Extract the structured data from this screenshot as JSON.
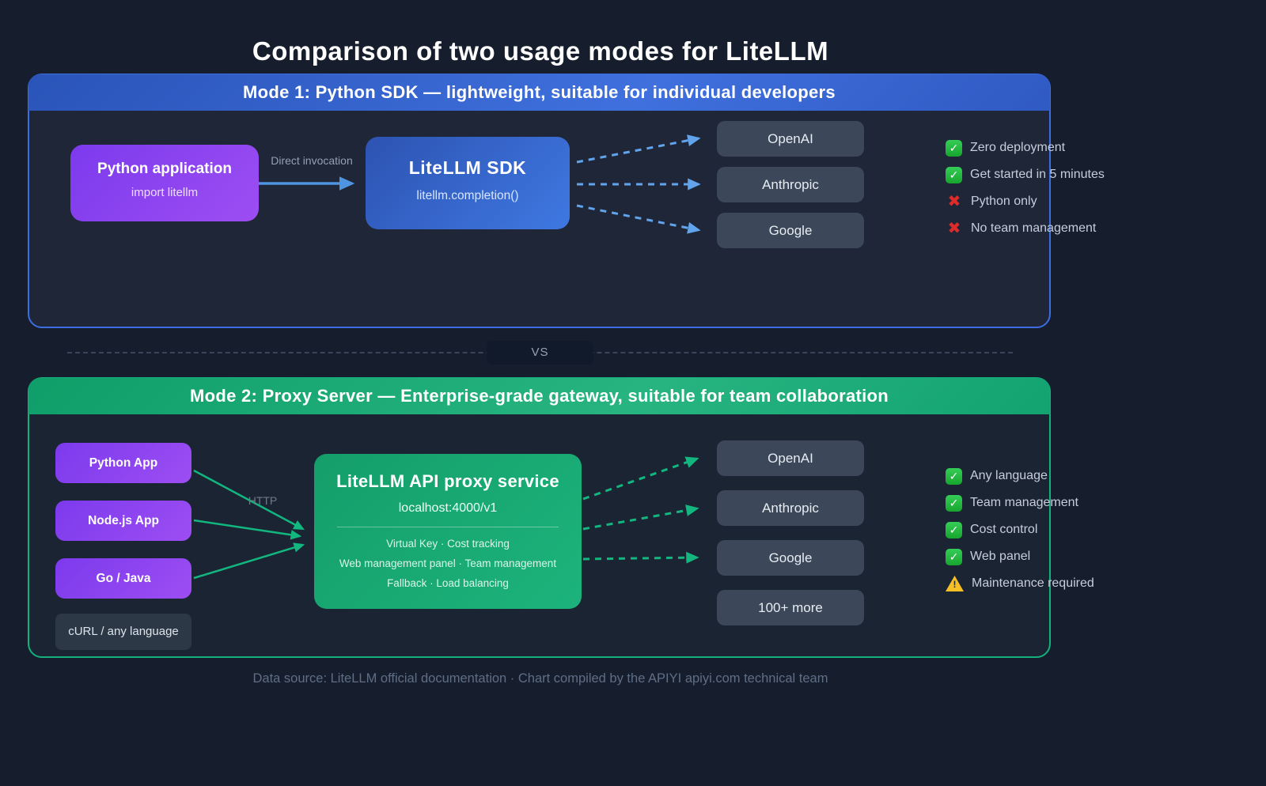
{
  "title": "Comparison of two usage modes for LiteLLM",
  "mode1": {
    "header": "Mode 1: Python SDK — lightweight, suitable for individual developers",
    "app_box": {
      "title": "Python application",
      "subtitle": "import litellm"
    },
    "arrow_label": "Direct invocation",
    "sdk_box": {
      "title": "LiteLLM SDK",
      "subtitle": "litellm.completion()"
    },
    "providers": [
      "OpenAI",
      "Anthropic",
      "Google"
    ],
    "checklist": [
      {
        "icon": "check",
        "label": "Zero deployment"
      },
      {
        "icon": "check",
        "label": "Get started in 5 minutes"
      },
      {
        "icon": "cross",
        "label": "Python only"
      },
      {
        "icon": "cross",
        "label": "No team management"
      }
    ]
  },
  "divider": {
    "label": "VS"
  },
  "mode2": {
    "header": "Mode 2: Proxy Server — Enterprise-grade gateway, suitable for team collaboration",
    "clients": [
      "Python App",
      "Node.js App",
      "Go / Java"
    ],
    "curl_label": "cURL / any language",
    "arrow_label": "HTTP",
    "proxy_box": {
      "title": "LiteLLM API proxy service",
      "subtitle": "localhost:4000/v1",
      "features": [
        "Virtual Key · Cost tracking",
        "Web management panel · Team management",
        "Fallback · Load balancing"
      ]
    },
    "providers": [
      "OpenAI",
      "Anthropic",
      "Google",
      "100+ more"
    ],
    "checklist": [
      {
        "icon": "check",
        "label": "Any language"
      },
      {
        "icon": "check",
        "label": "Team management"
      },
      {
        "icon": "check",
        "label": "Cost control"
      },
      {
        "icon": "check",
        "label": "Web panel"
      },
      {
        "icon": "warning",
        "label": "Maintenance required"
      }
    ]
  },
  "footer": "Data source: LiteLLM official documentation · Chart compiled by the APIYI apiyi.com technical team",
  "icons": {
    "check": "✓",
    "cross": "✖",
    "warning": "!"
  },
  "colors": {
    "background": "#161e2e",
    "panel1_border": "#3e6de2",
    "panel2_border": "#14b17d",
    "purple_accent": "#7c3aed",
    "blue_accent": "#3f78e2",
    "green_accent": "#12b67e",
    "slate_box": "#3c4859",
    "check_green": "#21ba45",
    "cross_red": "#e02b2b",
    "warning_yellow": "#f6bf26"
  }
}
